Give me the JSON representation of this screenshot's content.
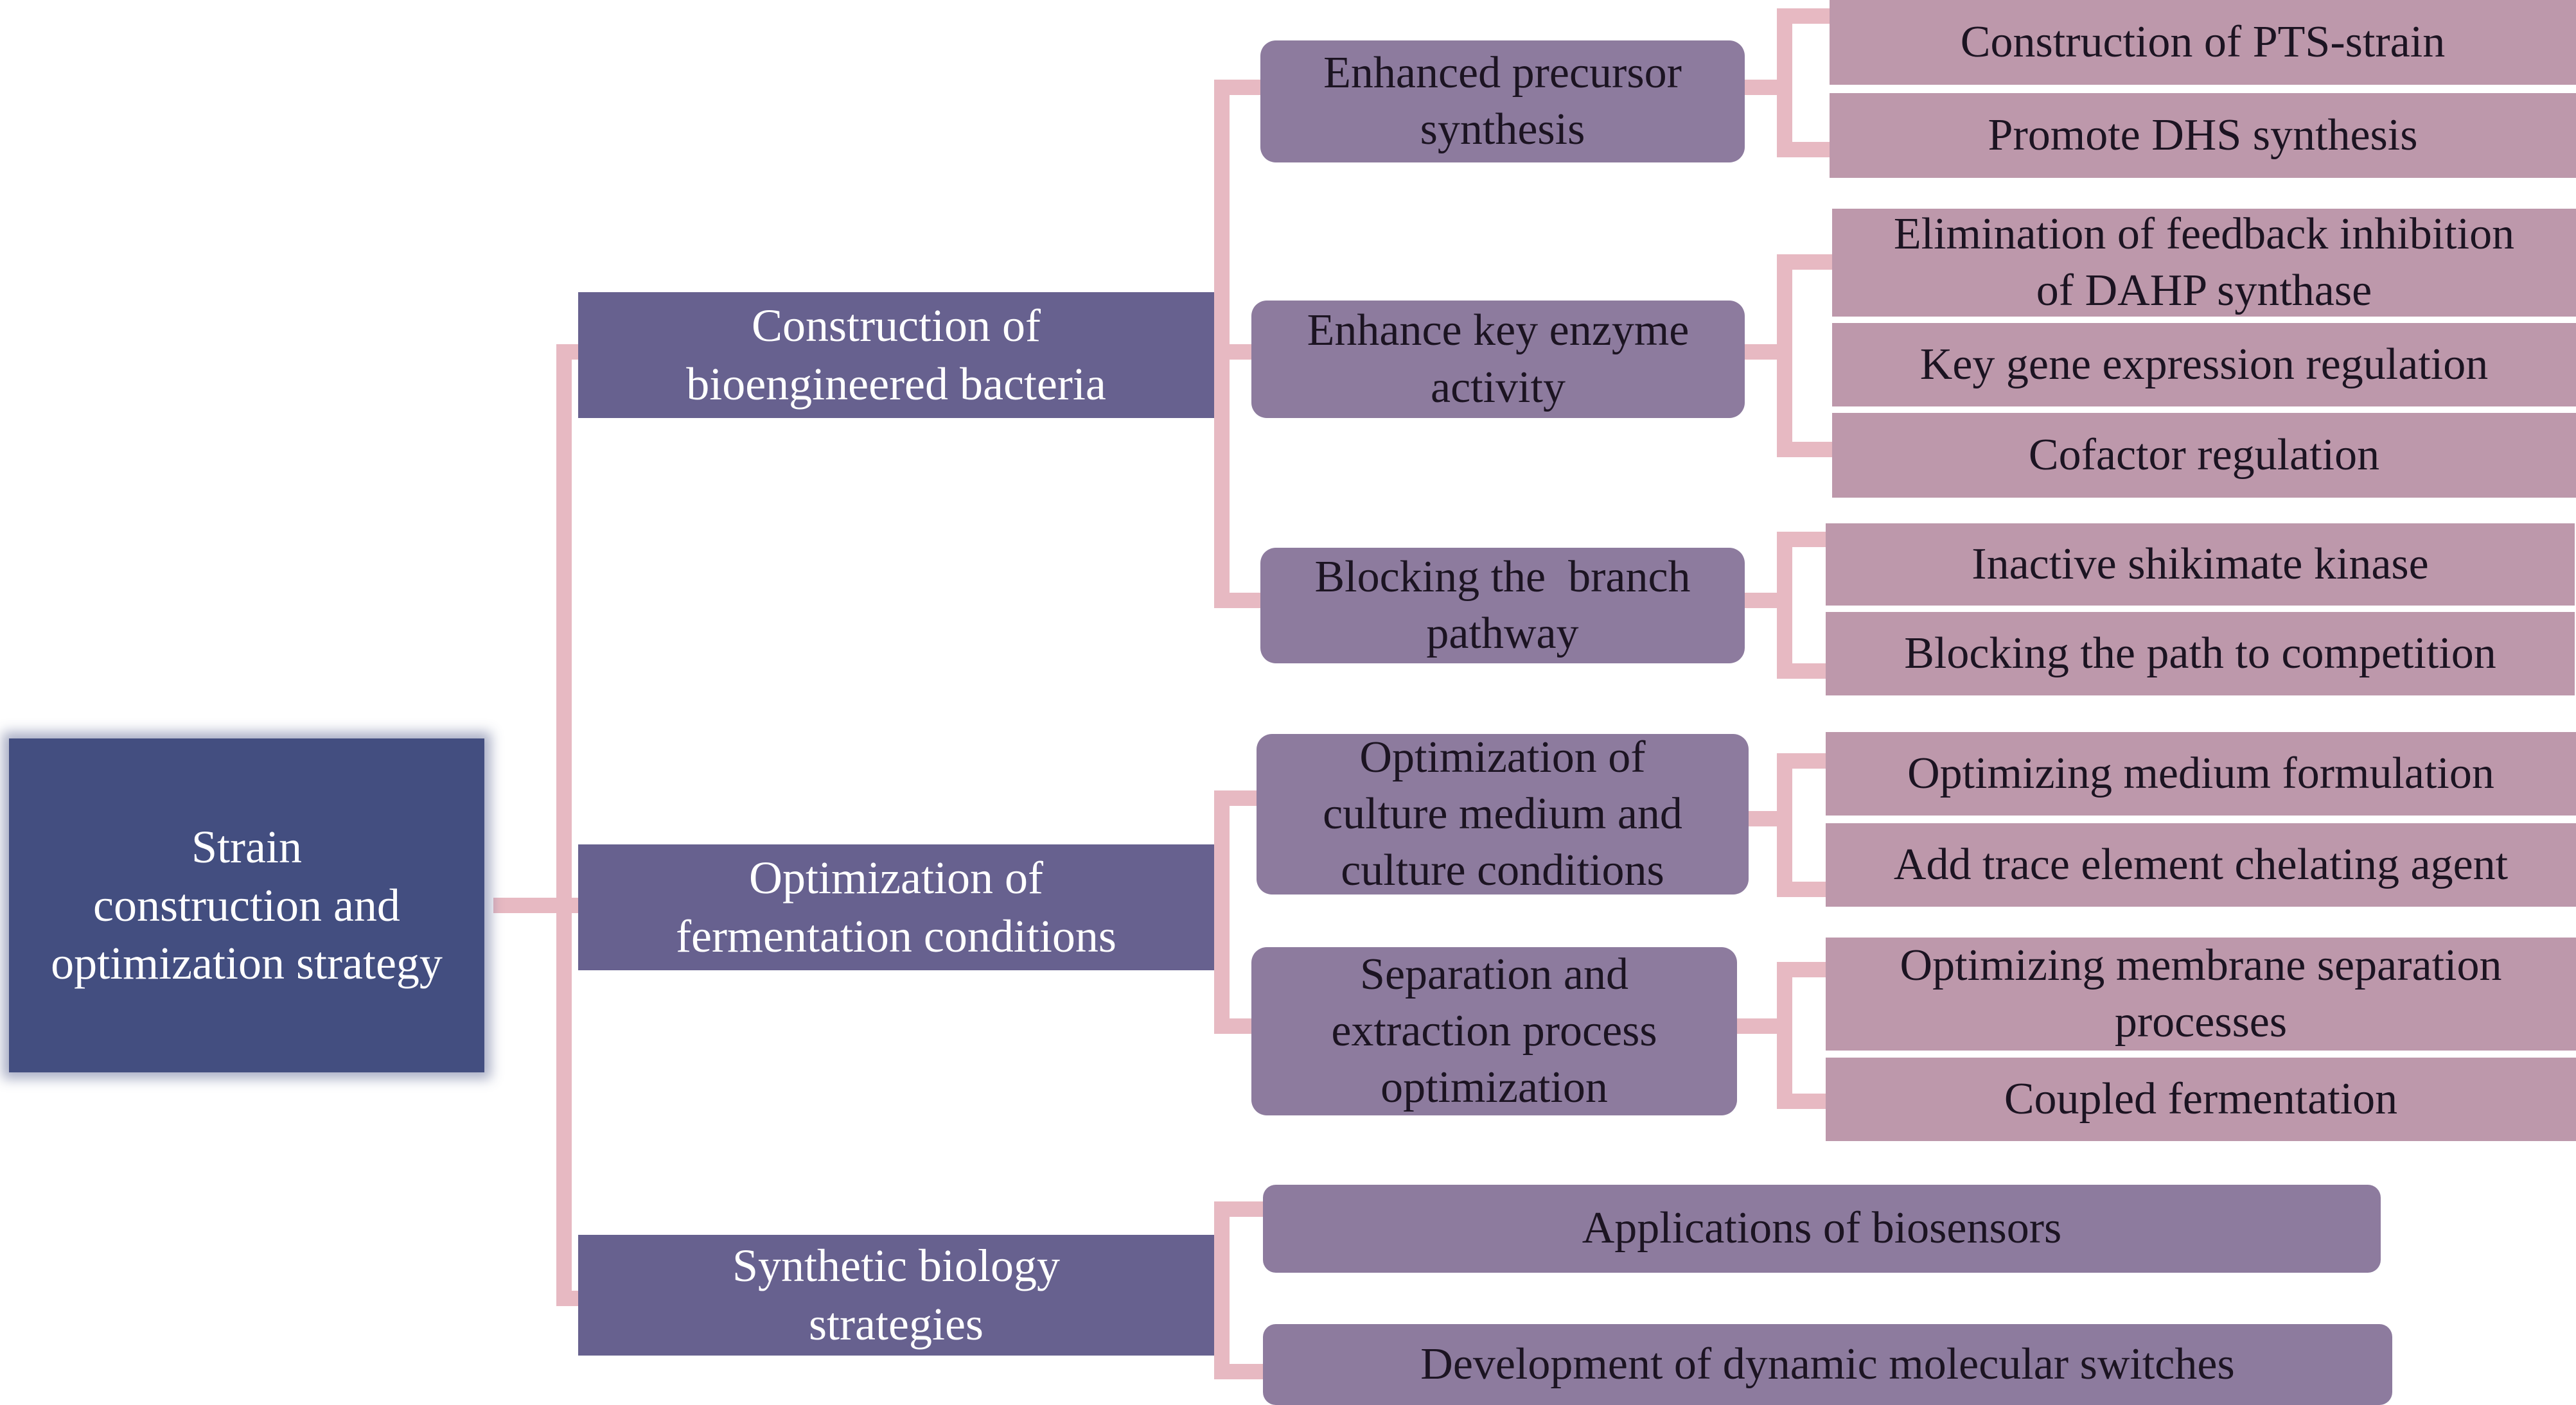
{
  "colors": {
    "connector": "#e7b9c2",
    "root_fill": "#434e80",
    "level1_fill": "#67618f",
    "level2_fill": "#8d7b9e",
    "level3_fill": "#bd98ab"
  },
  "root": {
    "lines": [
      "Strain",
      "construction and",
      "optimization strategy"
    ]
  },
  "level1": {
    "bioengineered": [
      "Construction of",
      "bioengineered bacteria"
    ],
    "fermentation": [
      "Optimization of",
      "fermentation conditions"
    ],
    "synthetic": [
      "Synthetic biology",
      "strategies"
    ]
  },
  "level2": {
    "precursor": [
      "Enhanced precursor",
      "synthesis"
    ],
    "enzyme": [
      "Enhance key enzyme",
      "activity"
    ],
    "branch": [
      "Blocking the  branch",
      "pathway"
    ],
    "medium": [
      "Optimization of",
      "culture medium and",
      "culture conditions"
    ],
    "separation": [
      "Separation and",
      "extraction process",
      "optimization"
    ],
    "biosensors": [
      "Applications of biosensors"
    ],
    "switches": [
      "Development of dynamic molecular switches"
    ]
  },
  "level3": {
    "pts": [
      "Construction of PTS-strain"
    ],
    "dhs": [
      "Promote DHS synthesis"
    ],
    "dahp": [
      "Elimination of feedback inhibition",
      "of DAHP synthase"
    ],
    "gene": [
      "Key gene expression regulation"
    ],
    "cofactor": [
      "Cofactor regulation"
    ],
    "shikimate": [
      "Inactive shikimate kinase"
    ],
    "competition": [
      "Blocking the path to competition"
    ],
    "formulation": [
      "Optimizing medium formulation"
    ],
    "chelating": [
      "Add trace element chelating agent"
    ],
    "membrane": [
      "Optimizing membrane separation",
      "processes"
    ],
    "coupled": [
      "Coupled fermentation"
    ]
  }
}
